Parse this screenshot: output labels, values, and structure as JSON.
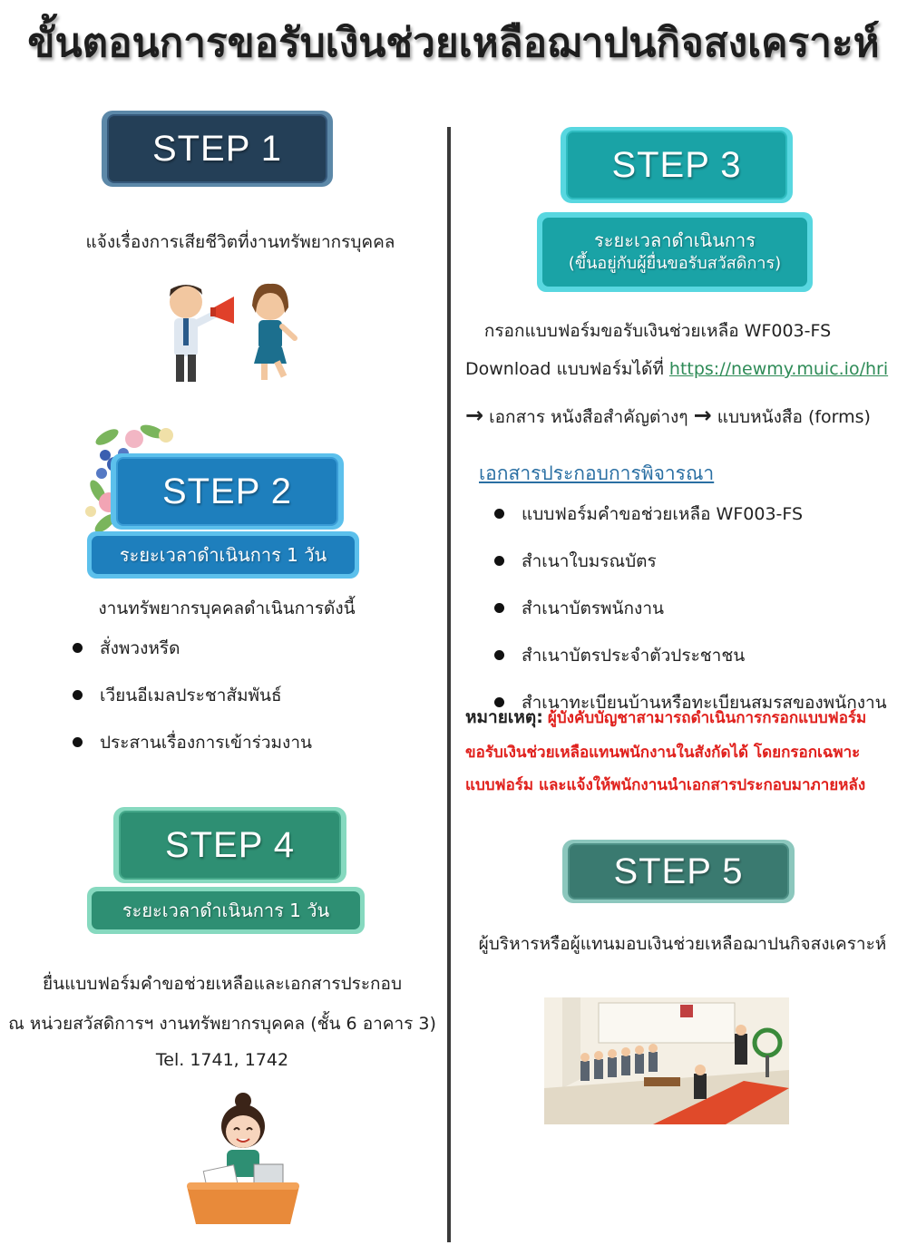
{
  "title": "ขั้นตอนการขอรับเงินช่วยเหลือฌาปนกิจสงเคราะห์",
  "step1": {
    "badge": "STEP 1",
    "text": "แจ้งเรื่องการเสียชีวิตที่งานทรัพยากรบุคคล"
  },
  "step2": {
    "badge": "STEP 2",
    "duration": "ระยะเวลาดำเนินการ 1 วัน",
    "intro": "งานทรัพยากรบุคคลดำเนินการดังนี้",
    "items": [
      "สั่งพวงหรีด",
      "เวียนอีเมลประชาสัมพันธ์",
      "ประสานเรื่องการเข้าร่วมงาน"
    ]
  },
  "step3": {
    "badge": "STEP 3",
    "duration_line1": "ระยะเวลาดำเนินการ",
    "duration_line2": "(ขึ้นอยู่กับผู้ยื่นขอรับสวัสดิการ)",
    "form_text": "กรอกแบบฟอร์มขอรับเงินช่วยเหลือ WF003-FS",
    "download_prefix": "Download แบบฟอร์มได้ที่ ",
    "download_link": "https://newmy.muic.io/hri",
    "path_part1": "เอกสาร หนังสือสำคัญต่างๆ",
    "path_part2": "แบบหนังสือ (forms)",
    "arrow": "→",
    "docs_heading": "เอกสารประกอบการพิจารณา",
    "docs": [
      "แบบฟอร์มคำขอช่วยเหลือ WF003-FS",
      "สำเนาใบมรณบัตร",
      "สำเนาบัตรพนักงาน",
      "สำเนาบัตรประจำตัวประชาชน",
      "สำเนาทะเบียนบ้านหรือทะเบียนสมรสของพนักงาน"
    ],
    "note_label": "หมายเหตุ:",
    "note_lines": [
      "ผู้บังคับบัญชาสามารถดำเนินการกรอกแบบฟอร์ม",
      "ขอรับเงินช่วยเหลือแทนพนักงานในสังกัดได้ โดยกรอกเฉพาะ",
      "แบบฟอร์ม และแจ้งให้พนักงานนำเอกสารประกอบมาภายหลัง"
    ]
  },
  "step4": {
    "badge": "STEP 4",
    "duration": "ระยะเวลาดำเนินการ 1 วัน",
    "line1": "ยื่นแบบฟอร์มคำขอช่วยเหลือและเอกสารประกอบ",
    "line2": "ณ หน่วยสวัสดิการฯ งานทรัพยากรบุคคล (ชั้น 6 อาคาร 3)",
    "line3": "Tel. 1741, 1742"
  },
  "step5": {
    "badge": "STEP 5",
    "text": "ผู้บริหารหรือผู้แทนมอบเงินช่วยเหลือฌาปนกิจสงเคราะห์"
  },
  "colors": {
    "step1": "#2c4a63",
    "step2": "#1e7fbd",
    "step3": "#1aa3a6",
    "step4": "#2e8f73",
    "step5": "#3a7a70",
    "note": "#e0201c"
  }
}
